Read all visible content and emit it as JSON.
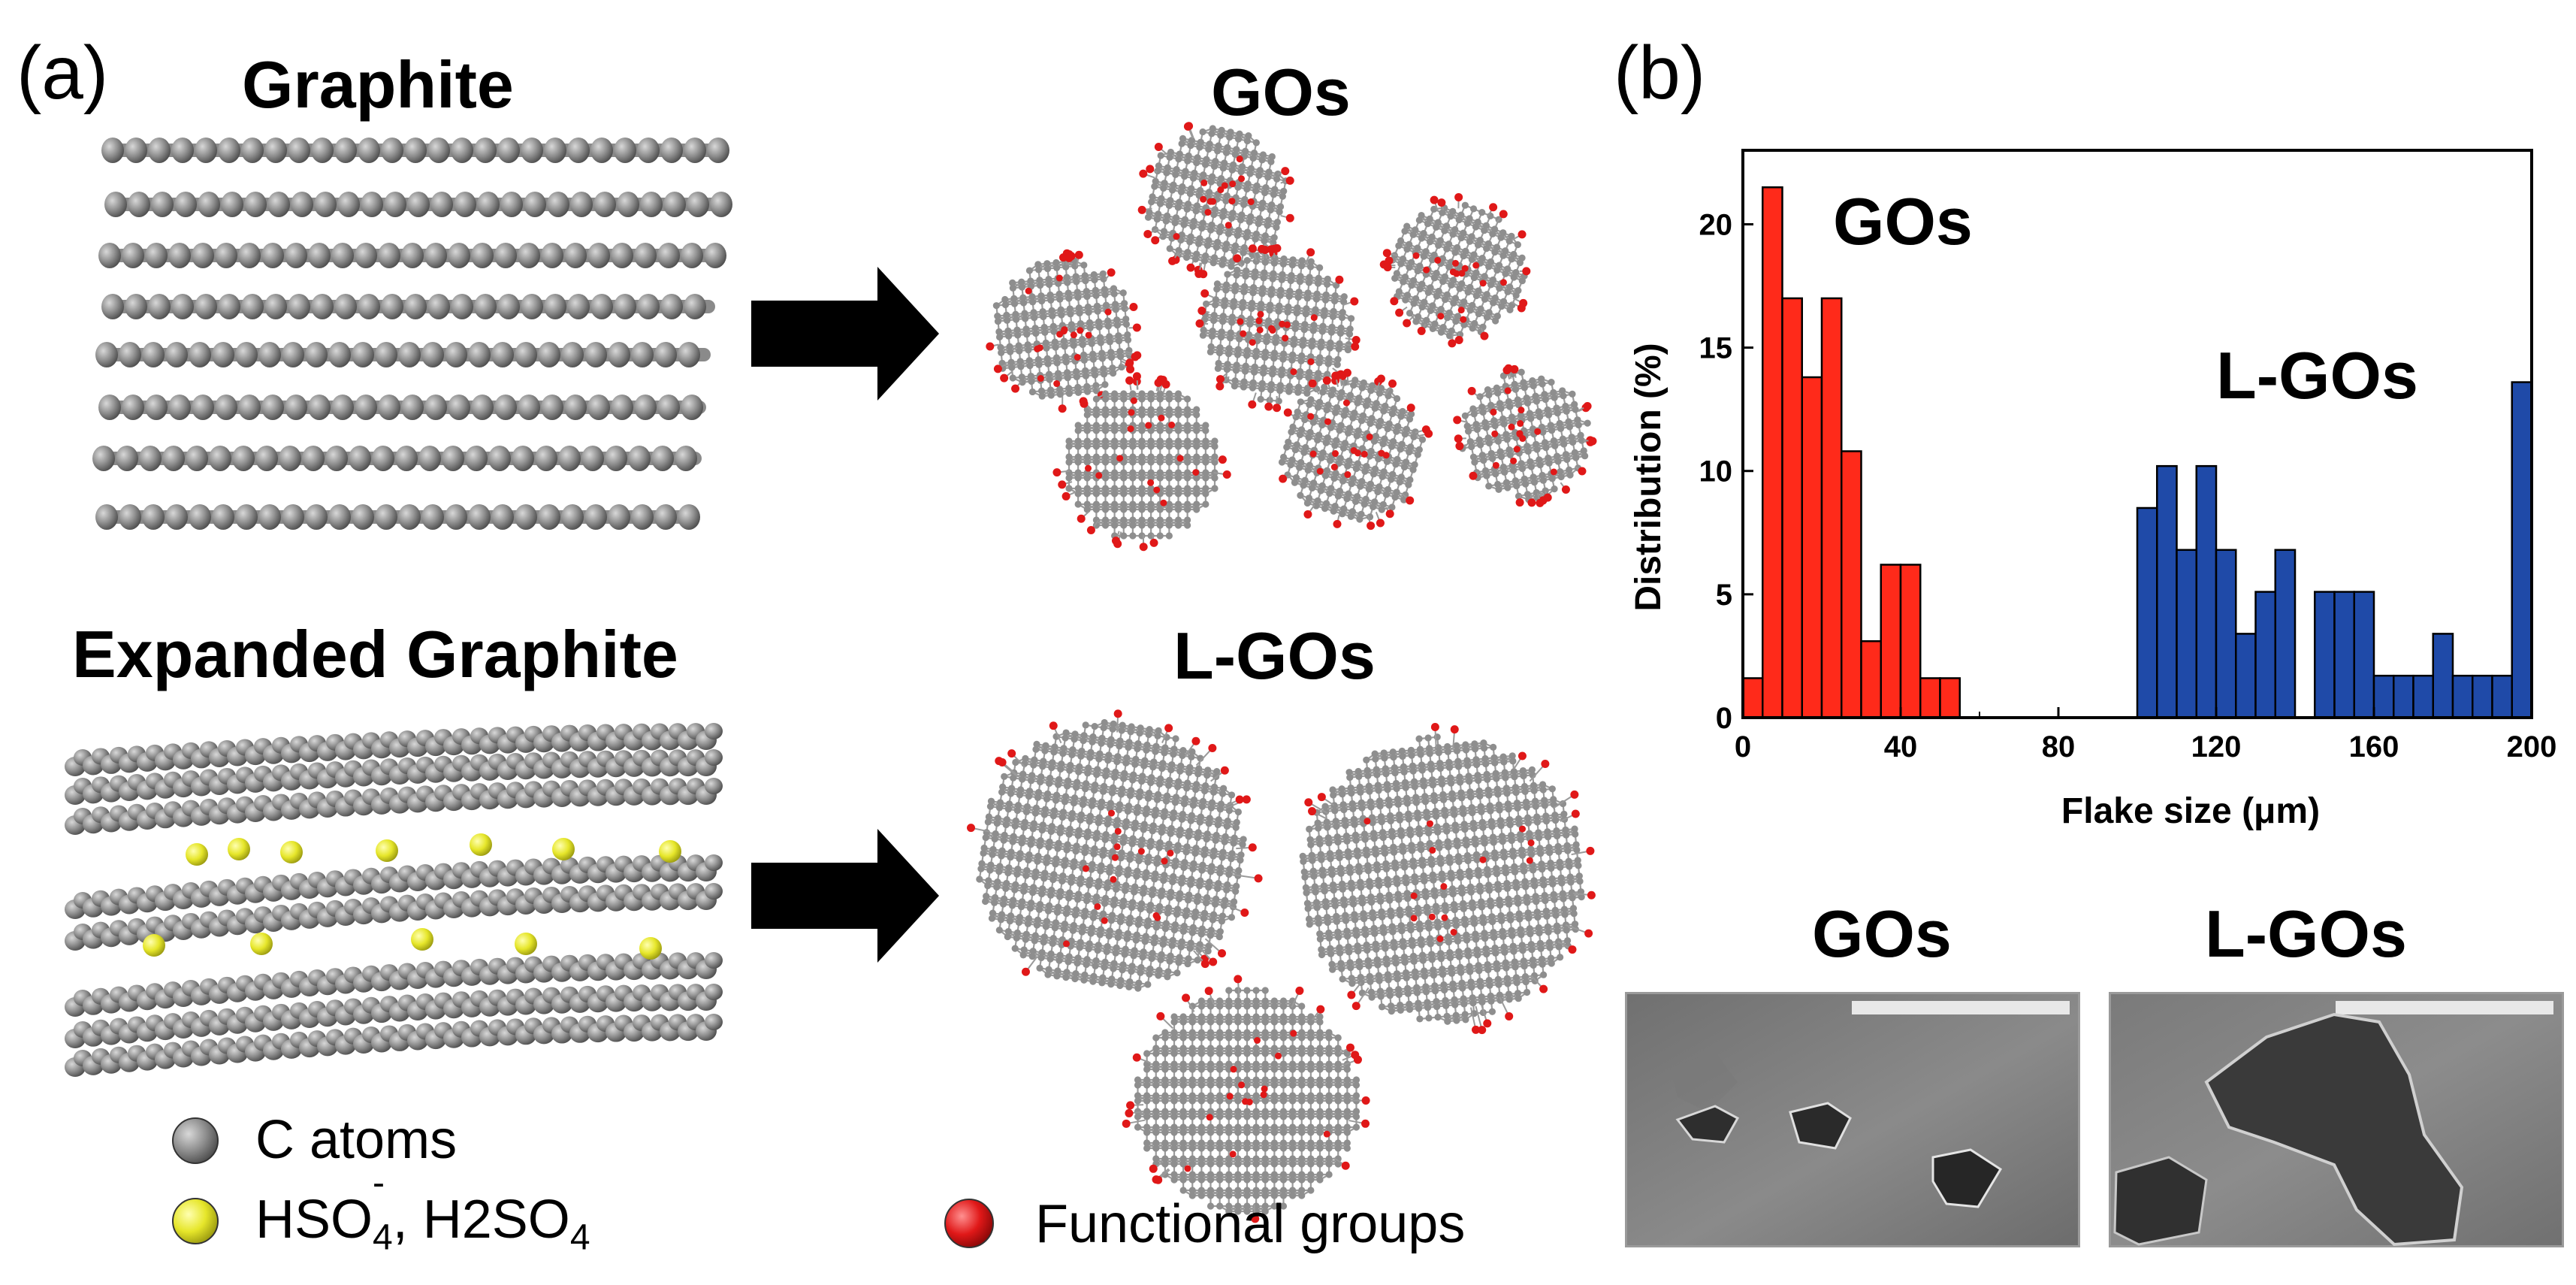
{
  "panel_a": {
    "label": "(a)",
    "graphite_title": "Graphite",
    "expanded_title": "Expanded Graphite",
    "gos_title": "GOs",
    "lgos_title": "L-GOs",
    "legend": {
      "c_atoms": "C atoms",
      "hso4_main": "HSO",
      "hso4_sub": "4",
      "hso4_sup": "-",
      "h2so4_main": ", H2SO",
      "h2so4_sub": "4",
      "functional": "Functional groups"
    },
    "colors": {
      "carbon": "#8c8c8c",
      "sulfate": "#e5e52a",
      "functional": "#e01818"
    }
  },
  "panel_b": {
    "label": "(b)",
    "sem_gos_title": "GOs",
    "sem_lgos_title": "L-GOs"
  },
  "chart_data": {
    "type": "bar",
    "xlabel": "Flake size (μm)",
    "ylabel": "Distribution (%)",
    "xlim": [
      0,
      200
    ],
    "ylim": [
      0,
      23
    ],
    "xticks": [
      0,
      40,
      80,
      120,
      160,
      200
    ],
    "yticks": [
      0,
      5,
      10,
      15,
      20
    ],
    "bin_width": 5,
    "series": [
      {
        "name": "GOs",
        "color": "#ff2a1a",
        "x": [
          0,
          5,
          10,
          15,
          20,
          25,
          30,
          35,
          40,
          45,
          50
        ],
        "values": [
          1.6,
          21.5,
          17.0,
          13.8,
          17.0,
          10.8,
          3.1,
          6.2,
          6.2,
          1.6,
          1.6
        ]
      },
      {
        "name": "L-GOs",
        "color": "#1f4aa8",
        "x": [
          100,
          105,
          110,
          115,
          120,
          125,
          130,
          135,
          145,
          150,
          155,
          160,
          165,
          170,
          175,
          180,
          185,
          190,
          195
        ],
        "values": [
          8.5,
          10.2,
          6.8,
          10.2,
          6.8,
          3.4,
          5.1,
          6.8,
          5.1,
          5.1,
          5.1,
          1.7,
          1.7,
          1.7,
          3.4,
          1.7,
          1.7,
          1.7,
          13.6
        ]
      }
    ],
    "annotations": [
      "GOs",
      "L-GOs"
    ]
  }
}
